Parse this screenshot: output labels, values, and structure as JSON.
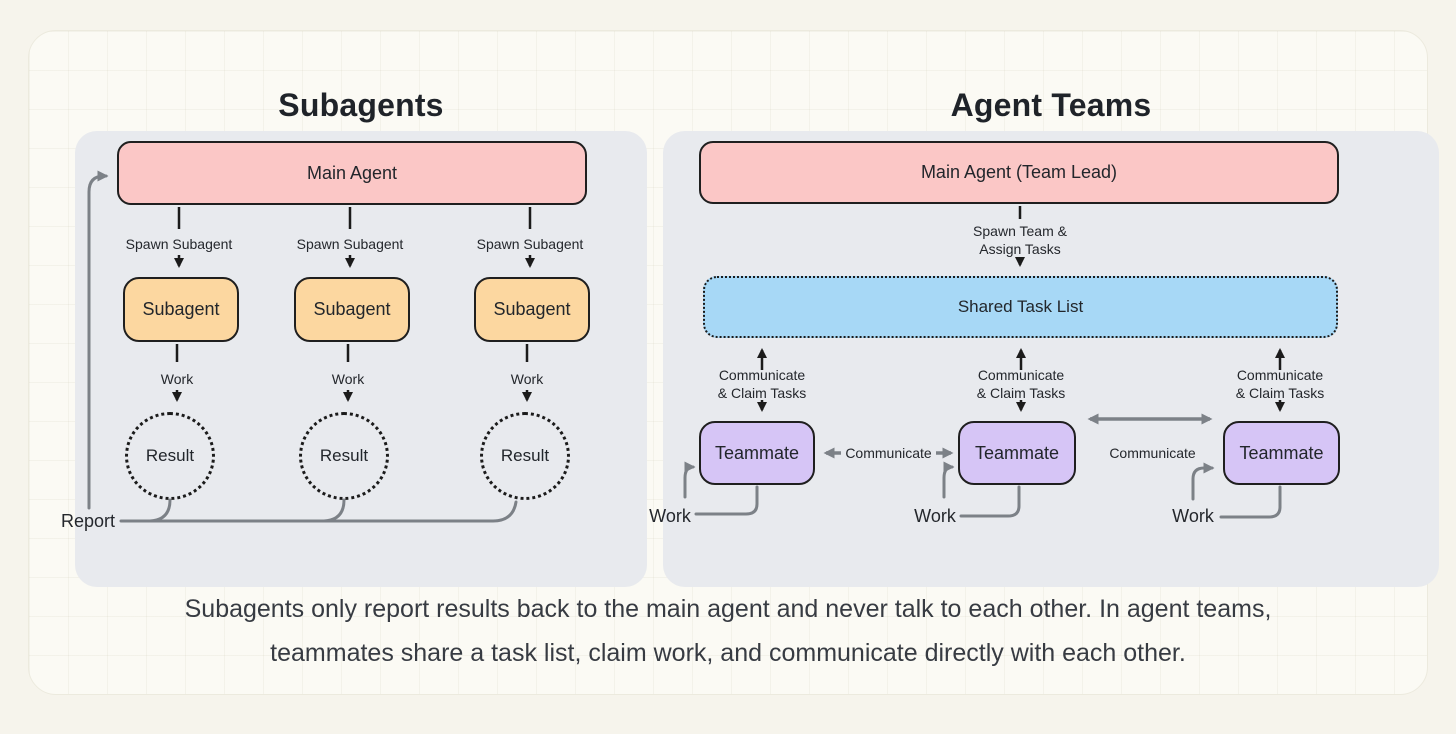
{
  "titles": {
    "left": "Subagents",
    "right": "Agent Teams"
  },
  "left": {
    "main_agent": "Main Agent",
    "spawn_labels": [
      "Spawn Subagent",
      "Spawn Subagent",
      "Spawn Subagent"
    ],
    "subagents": [
      "Subagent",
      "Subagent",
      "Subagent"
    ],
    "work_labels": [
      "Work",
      "Work",
      "Work"
    ],
    "results": [
      "Result",
      "Result",
      "Result"
    ],
    "report_label": "Report"
  },
  "right": {
    "main_agent": "Main Agent (Team Lead)",
    "spawn_label_line1": "Spawn Team &",
    "spawn_label_line2": "Assign Tasks",
    "shared_task_list": "Shared Task List",
    "claim_line1": [
      "Communicate",
      "Communicate",
      "Communicate"
    ],
    "claim_line2": [
      "& Claim Tasks",
      "& Claim Tasks",
      "& Claim Tasks"
    ],
    "teammates": [
      "Teammate",
      "Teammate",
      "Teammate"
    ],
    "communicate_labels": [
      "Communicate",
      "Communicate"
    ],
    "work_labels": [
      "Work",
      "Work",
      "Work"
    ]
  },
  "caption": {
    "line1": "Subagents only report results back to the main agent and never talk to each other. In agent teams,",
    "line2": "teammates share a task list, claim work, and communicate directly with each other."
  },
  "colors": {
    "main_agent_fill": "#fbc7c6",
    "subagent_fill": "#fcd7a0",
    "task_list_fill": "#a7d8f6",
    "teammate_fill": "#d6c5f6",
    "panel_fill": "#e8eaee",
    "arrow_black": "#1b1b1b",
    "arrow_gray": "#7c8187"
  }
}
